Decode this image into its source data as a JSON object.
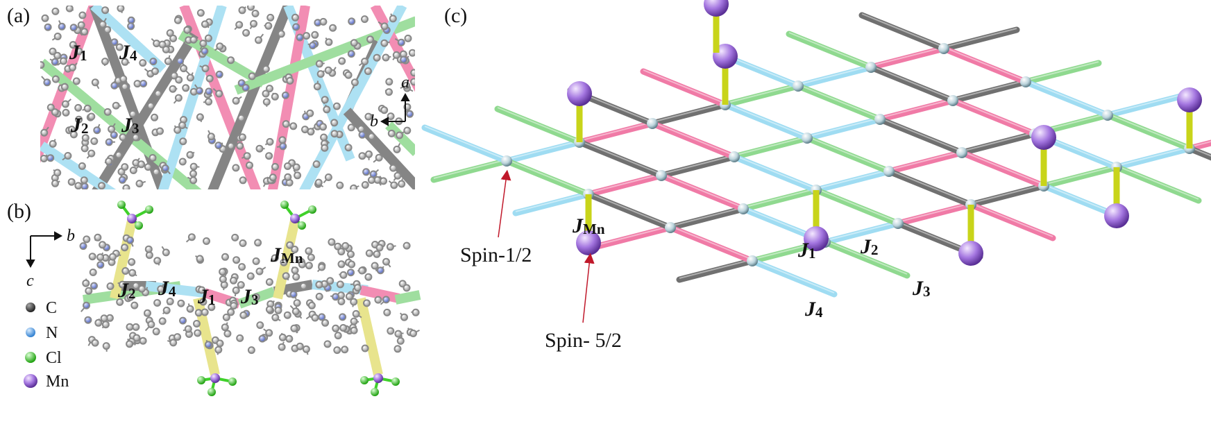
{
  "panels": {
    "a": {
      "label": "(a)",
      "couplings": [
        {
          "id": "J1",
          "letter": "J",
          "sub": "1"
        },
        {
          "id": "J4",
          "letter": "J",
          "sub": "4"
        },
        {
          "id": "J2",
          "letter": "J",
          "sub": "2"
        },
        {
          "id": "J3",
          "letter": "J",
          "sub": "3"
        }
      ],
      "axes": {
        "vertical": "a",
        "horizontal": "b"
      }
    },
    "b": {
      "label": "(b)",
      "couplings": [
        {
          "id": "J2",
          "letter": "J",
          "sub": "2"
        },
        {
          "id": "J4",
          "letter": "J",
          "sub": "4"
        },
        {
          "id": "J1",
          "letter": "J",
          "sub": "1"
        },
        {
          "id": "J3",
          "letter": "J",
          "sub": "3"
        },
        {
          "id": "JMn",
          "letter": "J",
          "sub": "Mn"
        }
      ],
      "axes": {
        "horizontal": "b",
        "vertical": "c"
      },
      "legend": [
        {
          "symbol": "C",
          "color": "#3a3a3a"
        },
        {
          "symbol": "N",
          "color": "#4d9de0"
        },
        {
          "symbol": "Cl",
          "color": "#2ecc1a"
        },
        {
          "symbol": "Mn",
          "color": "#8a5cc8"
        }
      ]
    },
    "c": {
      "label": "(c)",
      "couplings": [
        {
          "id": "JMn",
          "letter": "J",
          "sub": "Mn"
        },
        {
          "id": "J1",
          "letter": "J",
          "sub": "1"
        },
        {
          "id": "J2",
          "letter": "J",
          "sub": "2"
        },
        {
          "id": "J3",
          "letter": "J",
          "sub": "3"
        },
        {
          "id": "J4",
          "letter": "J",
          "sub": "4"
        }
      ],
      "annotations": {
        "spin_half": "Spin-1/2",
        "spin_five_half": "Spin- 5/2"
      }
    }
  },
  "colors": {
    "J1": "#f07aa6",
    "J2": "#707070",
    "J3": "#8fd98f",
    "J4": "#9fdcf2",
    "JMn": "#e4e07a",
    "atom_C": "#cfcfcf",
    "atom_N": "#6f86d8",
    "atom_Mn": "#9a6fd0",
    "atom_Cl": "#3fd12a",
    "arrow": "#c0182a"
  }
}
